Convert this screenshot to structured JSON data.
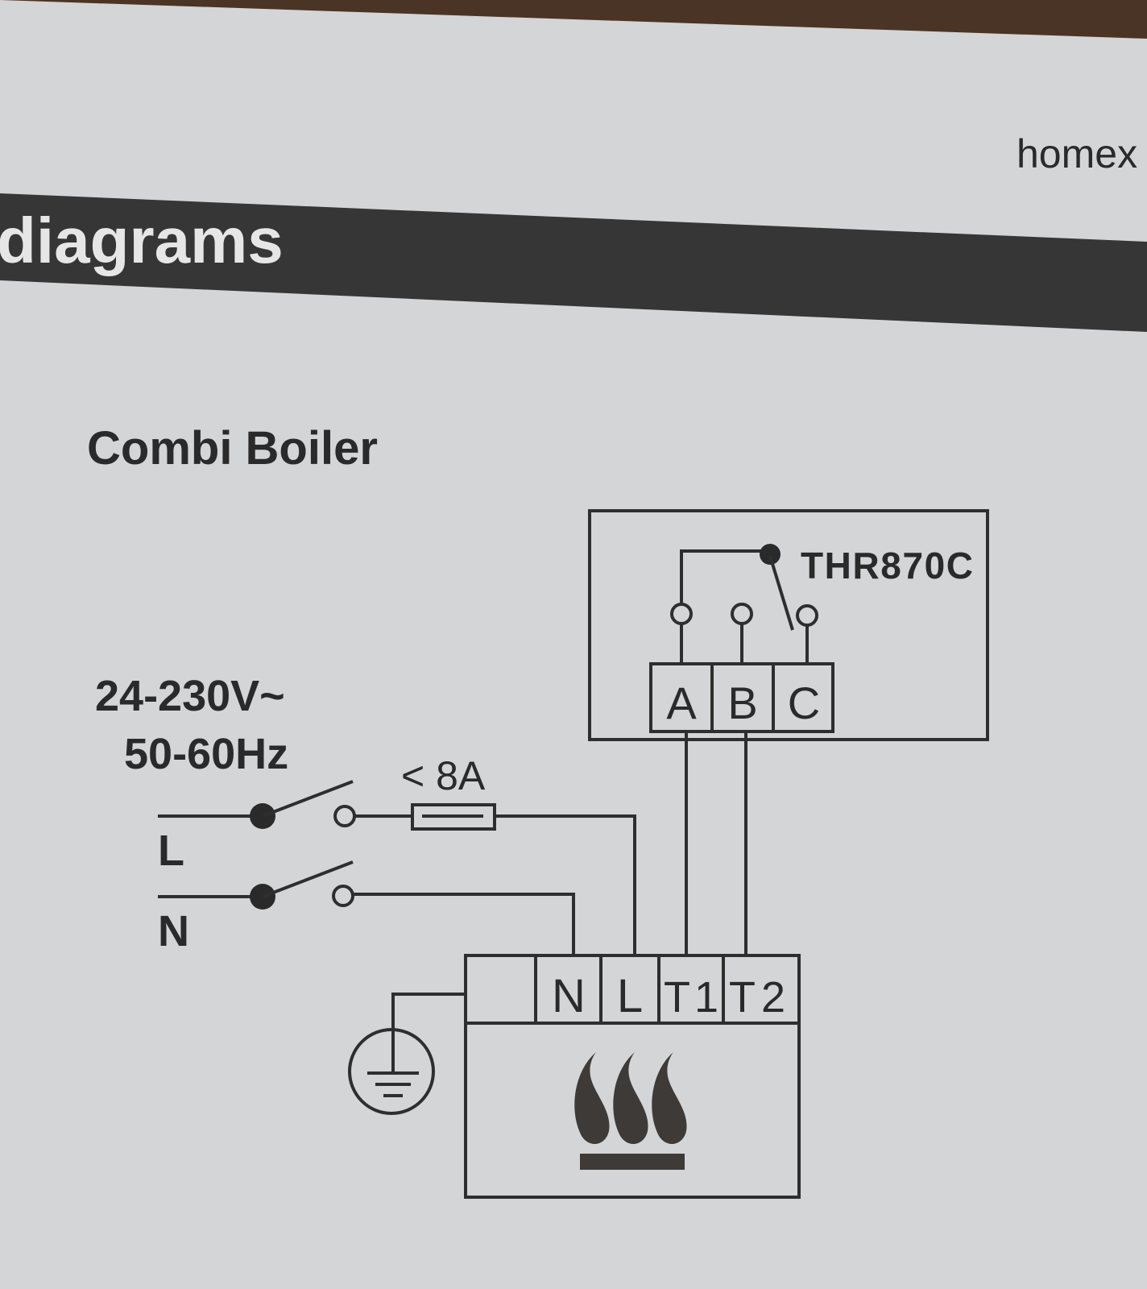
{
  "page": {
    "brand": "homex",
    "section_title": "diagrams",
    "diagram_title": "Combi Boiler"
  },
  "thermostat": {
    "model": "THR870C",
    "terminals": [
      "A",
      "B",
      "C"
    ]
  },
  "supply": {
    "voltage": "24-230V~",
    "frequency": "50-60Hz",
    "fuse": "< 8A",
    "line_label": "L",
    "neutral_label": "N"
  },
  "boiler": {
    "terminals": [
      "N",
      "L",
      "T1",
      "T2"
    ]
  },
  "colors": {
    "page": "#d3d5d7",
    "band": "#363636",
    "ink": "#2a2a2a"
  }
}
